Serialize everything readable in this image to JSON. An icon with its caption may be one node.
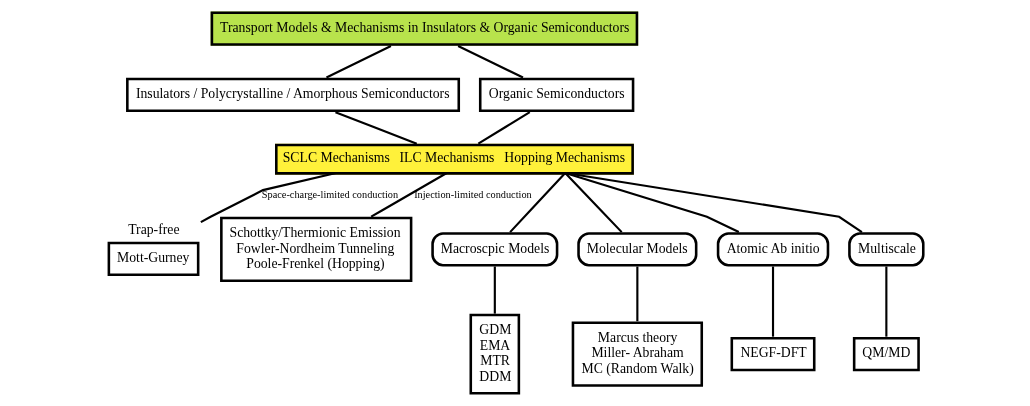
{
  "diagram": {
    "nodes": [
      {
        "text": [
          "Transport Models & Mechanisms in Insulators & Organic Semiconductors"
        ]
      },
      {
        "text": [
          "Insulators / Polycrystalline / Amorphous Semiconductors"
        ]
      },
      {
        "text": [
          "Organic Semiconductors"
        ]
      },
      {
        "text": [
          "SCLC Mechanisms",
          "ILC Mechanisms",
          "Hopping Mechanisms"
        ]
      },
      {
        "text": [
          "Mott-Gurney"
        ],
        "beside": [
          "Trap-free"
        ]
      },
      {
        "text": [
          "Schottky/Thermionic Emission",
          "Fowler-Nordheim Tunneling",
          "Poole-Frenkel (Hopping)"
        ]
      },
      {
        "text": [
          "Macroscpic Models"
        ]
      },
      {
        "text": [
          "Molecular Models"
        ]
      },
      {
        "text": [
          "Atomic Ab initio"
        ]
      },
      {
        "text": [
          "Multiscale"
        ]
      },
      {
        "text": [
          "GDM",
          "EMA",
          "MTR",
          "DDM"
        ]
      },
      {
        "text": [
          "Marcus theory",
          "Miller- Abraham",
          "MC (Random Walk)"
        ]
      },
      {
        "text": [
          "NEGF-DFT"
        ]
      },
      {
        "text": [
          "QM/MD"
        ]
      }
    ],
    "edges": [
      {
        "from": 0,
        "to": 1,
        "arrow": "none"
      },
      {
        "from": 0,
        "to": 2,
        "arrow": "none"
      },
      {
        "from": 1,
        "to": 3,
        "arrow": "none"
      },
      {
        "from": 2,
        "to": 3,
        "arrow": "none"
      },
      {
        "from": 3,
        "to": 4,
        "arrow": "none",
        "label": "Space-charge-limited conduction"
      },
      {
        "from": 3,
        "to": 5,
        "arrow": "none",
        "label": "Injection-limited conduction"
      },
      {
        "from": 3,
        "to": 6,
        "arrow": "none"
      },
      {
        "from": 3,
        "to": 7,
        "arrow": "none"
      },
      {
        "from": 3,
        "to": 8,
        "arrow": "none"
      },
      {
        "from": 3,
        "to": 9,
        "arrow": "none"
      },
      {
        "from": 6,
        "to": 10,
        "arrow": "none"
      },
      {
        "from": 7,
        "to": 11,
        "arrow": "none"
      },
      {
        "from": 8,
        "to": 12,
        "arrow": "none"
      },
      {
        "from": 9,
        "to": 13,
        "arrow": "none"
      }
    ]
  }
}
